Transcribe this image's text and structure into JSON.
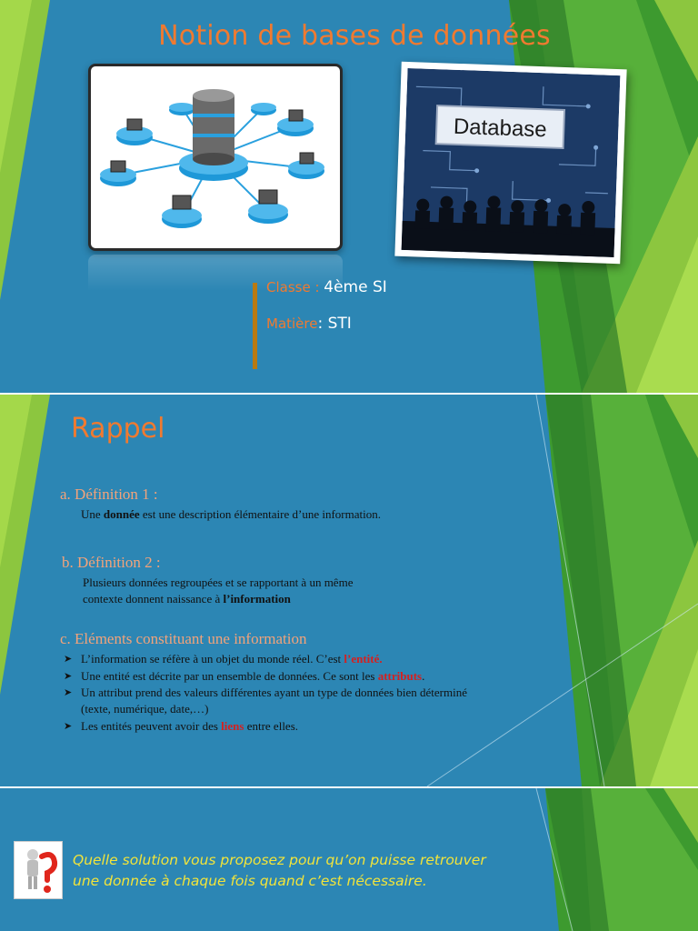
{
  "slide1": {
    "title": "Notion de bases de données",
    "database_label": "Database",
    "classe_label": "Classe : ",
    "classe_value": "4ème SI",
    "matiere_label": "Matière",
    "matiere_value": ": STI"
  },
  "slide2": {
    "title": "Rappel",
    "def1_heading": "a.  Définition 1 :",
    "def1_text_pre": "Une ",
    "def1_text_bold": "donnée",
    "def1_text_post": " est une description élémentaire d’une information.",
    "def2_heading": "b. Définition 2 :",
    "def2_line1": "Plusieurs données regroupées et se rapportant à un même",
    "def2_line2_pre": "contexte donnent naissance à ",
    "def2_line2_bold": "l’information",
    "sec_c_heading": "c. Eléments constituant une information",
    "bullet_glyph": "➤",
    "bullet1_pre": "L’information se réfère à un objet du monde réel. C’est ",
    "bullet1_red": "l’entité.",
    "bullet2_pre": "Une entité est décrite par un ensemble de données. Ce sont les ",
    "bullet2_red": "attributs",
    "bullet2_post": ".",
    "bullet3_line1": "Un attribut prend des valeurs différentes ayant un type de données bien déterminé",
    "bullet3_line2": "(texte, numérique, date,…)",
    "bullet4_pre": "Les entités peuvent avoir des ",
    "bullet4_red": "liens",
    "bullet4_post": " entre elles."
  },
  "slide3": {
    "question_line1": "Quelle solution vous proposez pour qu’on puisse retrouver",
    "question_line2": "une donnée à chaque fois quand c’est nécessaire."
  },
  "colors": {
    "slide_bg": "#2c86b4",
    "title_orange": "#f07a30",
    "green_light": "#8cc63f",
    "green_dark": "#2e8b3a",
    "question_yellow": "#f2e43a",
    "emphasis_red": "#d42020"
  }
}
